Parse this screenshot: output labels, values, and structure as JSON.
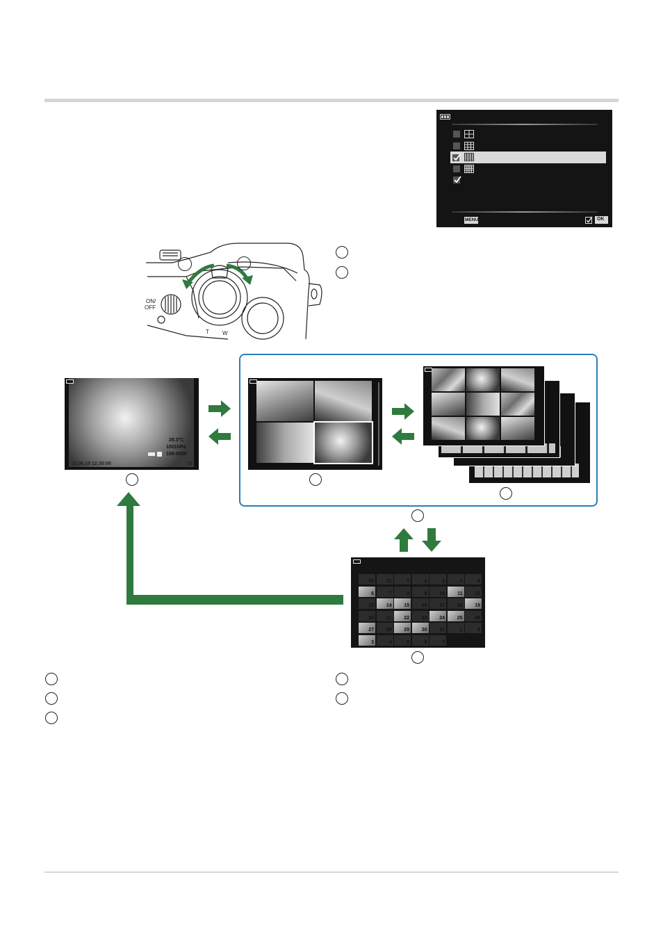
{
  "menu_screen": {
    "softkey_menu": "MENU",
    "softkey_ok": "OK",
    "checked_rows": [
      2,
      4
    ]
  },
  "single_view_info": {
    "date_time": "'15.06.15 12:30:00",
    "info_line1": "28.3°C",
    "info_line2": "1001hPa",
    "file_no": "100-0020",
    "frame": "20"
  },
  "calendar": {
    "cells": [
      {
        "d": "30",
        "ph": false
      },
      {
        "d": "31",
        "ph": false
      },
      {
        "d": "1",
        "ph": false
      },
      {
        "d": "2",
        "ph": false
      },
      {
        "d": "3",
        "ph": false
      },
      {
        "d": "4",
        "ph": false
      },
      {
        "d": "5",
        "ph": false
      },
      {
        "d": "6",
        "ph": true
      },
      {
        "d": "7",
        "ph": false
      },
      {
        "d": "8",
        "ph": false
      },
      {
        "d": "9",
        "ph": false
      },
      {
        "d": "10",
        "ph": false
      },
      {
        "d": "11",
        "ph": true
      },
      {
        "d": "12",
        "ph": false
      },
      {
        "d": "13",
        "ph": false
      },
      {
        "d": "14",
        "ph": true
      },
      {
        "d": "15",
        "ph": true
      },
      {
        "d": "16",
        "ph": false
      },
      {
        "d": "17",
        "ph": false
      },
      {
        "d": "18",
        "ph": false
      },
      {
        "d": "19",
        "ph": true
      },
      {
        "d": "20",
        "ph": false
      },
      {
        "d": "21",
        "ph": false
      },
      {
        "d": "22",
        "ph": true
      },
      {
        "d": "23",
        "ph": false
      },
      {
        "d": "24",
        "ph": true
      },
      {
        "d": "25",
        "ph": true
      },
      {
        "d": "26",
        "ph": false
      },
      {
        "d": "27",
        "ph": true
      },
      {
        "d": "28",
        "ph": false
      },
      {
        "d": "29",
        "ph": true
      },
      {
        "d": "30",
        "ph": true
      },
      {
        "d": "31",
        "ph": false
      },
      {
        "d": "1",
        "ph": false
      },
      {
        "d": "2",
        "ph": false
      },
      {
        "d": "3",
        "ph": true
      },
      {
        "d": "4",
        "ph": false
      },
      {
        "d": "5",
        "ph": false
      },
      {
        "d": "6",
        "ph": false
      },
      {
        "d": "7",
        "ph": false
      }
    ]
  },
  "colors": {
    "arrow_green": "#2f7a3e",
    "frame_blue": "#2a7db5",
    "rule_gray": "#d6d6d6"
  }
}
